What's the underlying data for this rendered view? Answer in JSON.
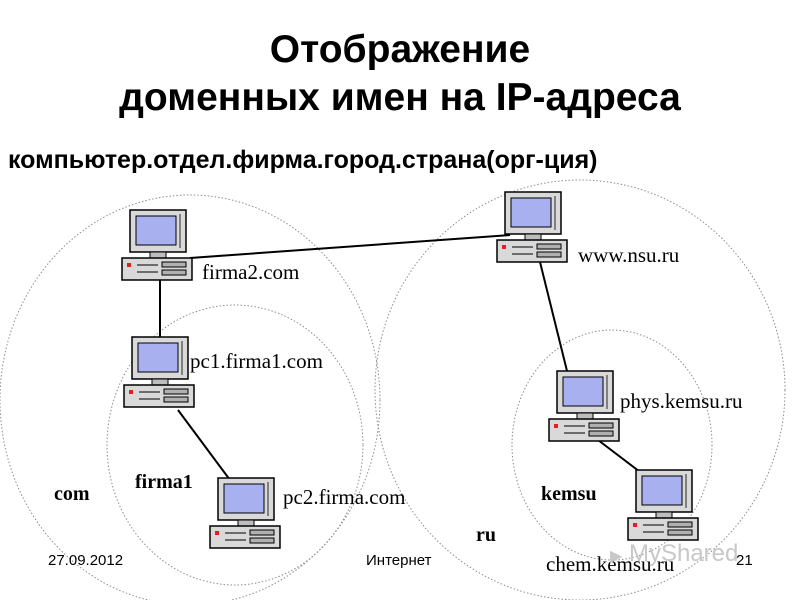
{
  "slide": {
    "title_line1": "Отображение",
    "title_line2": "доменных имен на IP-адреса",
    "subtitle": "компьютер.отдел.фирма.город.страна(орг-ция)"
  },
  "hosts": {
    "firma2": "firma2.com",
    "pc1": "pc1.firma1.com",
    "pc2": "pc2.firma.com",
    "nsu": "www.nsu.ru",
    "phys": "phys.kemsu.ru",
    "chem": "chem.kemsu.ru"
  },
  "domains": {
    "com": "com",
    "firma1": "firma1",
    "kemsu": "kemsu",
    "ru": "ru"
  },
  "footer": {
    "date": "27.09.2012",
    "center": "Интернет",
    "page": "21"
  },
  "watermark": "MyShared",
  "icons": {
    "host": "computer-icon",
    "watermark": "play-icon"
  }
}
